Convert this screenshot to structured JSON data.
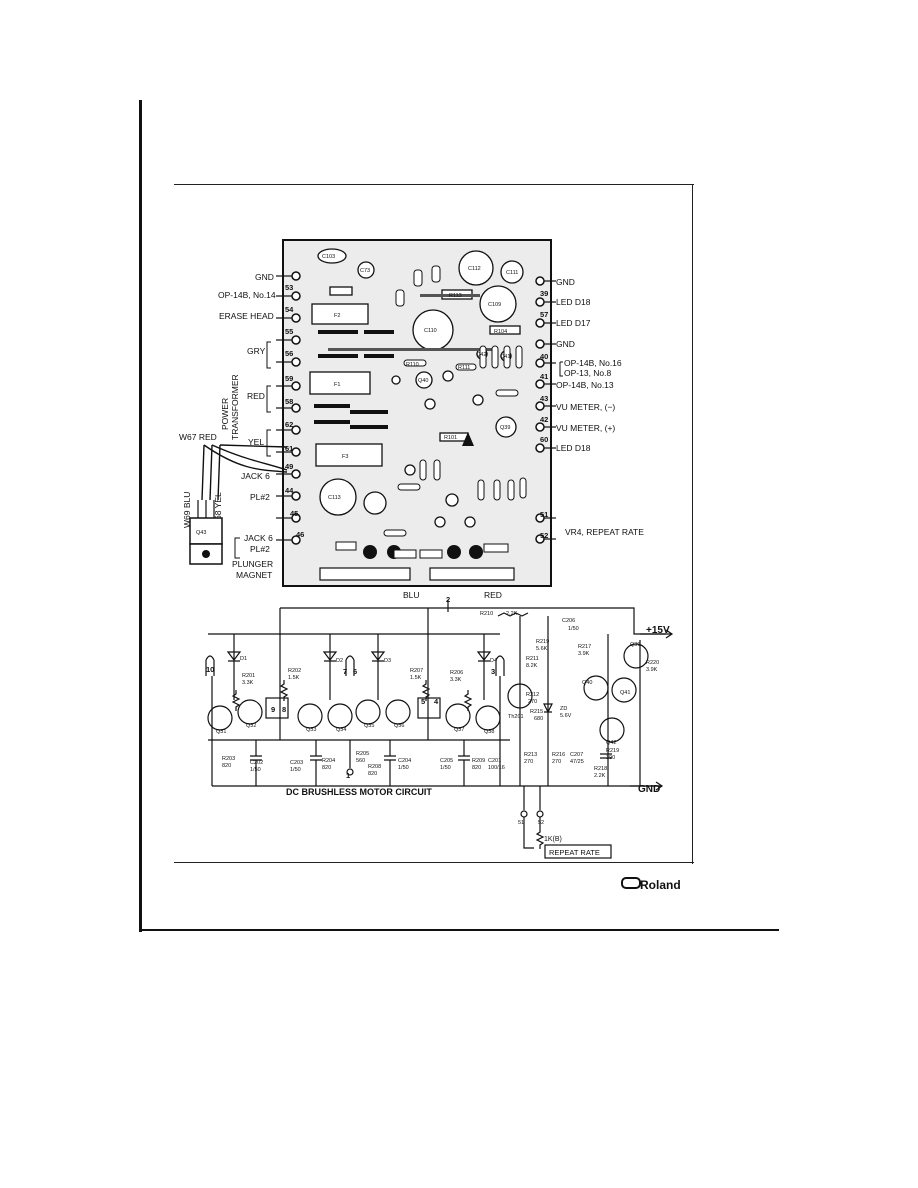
{
  "board": {
    "left_terminals": [
      {
        "label": "GND",
        "num": ""
      },
      {
        "label": "OP-14B, No.14",
        "num": "53"
      },
      {
        "label": "ERASE HEAD",
        "num": "54"
      },
      {
        "label": "",
        "num": "55"
      },
      {
        "label": "",
        "num": "56"
      },
      {
        "label": "",
        "num": "59"
      },
      {
        "label": "",
        "num": "58"
      },
      {
        "label": "",
        "num": "62"
      },
      {
        "label": "",
        "num": "61"
      },
      {
        "label": "JACK 6",
        "num": "49"
      },
      {
        "label": "PL#2",
        "num": "44"
      },
      {
        "label": "",
        "num": "45"
      },
      {
        "label": "",
        "num": "46"
      }
    ],
    "wire_colors": {
      "gry": "GRY",
      "red": "RED",
      "yel": "YEL"
    },
    "power_transformer": [
      "POWER",
      "TRANSFORMER"
    ],
    "w67": "W67 RED",
    "w69": "W69 BLU",
    "w68": "W68 YEL",
    "q43": "Q43",
    "jack_pl": [
      "JACK 6",
      "PL#2"
    ],
    "plunger": [
      "PLUNGER",
      "MAGNET"
    ],
    "right_terminals": [
      {
        "num": "",
        "label": "GND"
      },
      {
        "num": "39",
        "label": "LED D18"
      },
      {
        "num": "57",
        "label": "LED D17"
      },
      {
        "num": "",
        "label": "GND"
      },
      {
        "num": "40",
        "label": "OP-14B, No.16"
      },
      {
        "num": "",
        "label": "OP-13, No.8"
      },
      {
        "num": "41",
        "label": "OP-14B, No.13"
      },
      {
        "num": "43",
        "label": "VU METER, (−)"
      },
      {
        "num": "42",
        "label": "VU METER, (+)"
      },
      {
        "num": "60",
        "label": "LED D18"
      },
      {
        "num": "51",
        "label": "VR4, REPEAT RATE"
      },
      {
        "num": "52",
        "label": ""
      }
    ],
    "components": [
      "C103",
      "C73",
      "C112",
      "C111",
      "R113",
      "C109",
      "C110",
      "F2",
      "F1",
      "F3",
      "C113",
      "Q39",
      "Q40",
      "Q41",
      "Q42",
      "R101",
      "R104",
      "R110",
      "R111"
    ],
    "connectors": {
      "blu": "BLU",
      "red": "RED"
    }
  },
  "schematic": {
    "title": "DC BRUSHLESS MOTOR CIRCUIT",
    "supply": "+15V",
    "ground": "GND",
    "repeat_rate": "REPEAT RATE",
    "pot": "1K(B)",
    "pins": [
      "51",
      "52"
    ],
    "labels": [
      "D1",
      "D2",
      "D3",
      "D4",
      "R201",
      "3.3K",
      "R202",
      "1.5K",
      "R207",
      "1.5K",
      "R206",
      "3.3K",
      "Q31",
      "Q32",
      "Q33",
      "Q34",
      "Q35",
      "Q36",
      "Q37",
      "Q38",
      "R203",
      "820",
      "C202",
      "1/50",
      "C203",
      "1/50",
      "R204",
      "820",
      "R205",
      "560",
      "R208",
      "820",
      "C204",
      "1/50",
      "C205",
      "1/50",
      "R209",
      "820",
      "C201",
      "100/16",
      "R210",
      "2.2K",
      "C206",
      "1/50",
      "R219",
      "5.6K",
      "R211",
      "8.2K",
      "R212",
      "270",
      "Th201",
      "R215",
      "680",
      "ZD",
      "5.6V",
      "R213",
      "270",
      "R216",
      "270",
      "C207",
      "47/25",
      "R217",
      "3.9K",
      "R218",
      "2.2K",
      "R219",
      "390",
      "R220",
      "3.9K",
      "Q39",
      "Q40",
      "Q41",
      "Q42",
      "10",
      "9",
      "8",
      "7",
      "6",
      "5",
      "4",
      "3",
      "2",
      "1"
    ]
  },
  "brand": "Roland",
  "colors": {
    "ink": "#111111",
    "paper": "#ffffff",
    "board_grey": "#cfcfcf"
  }
}
